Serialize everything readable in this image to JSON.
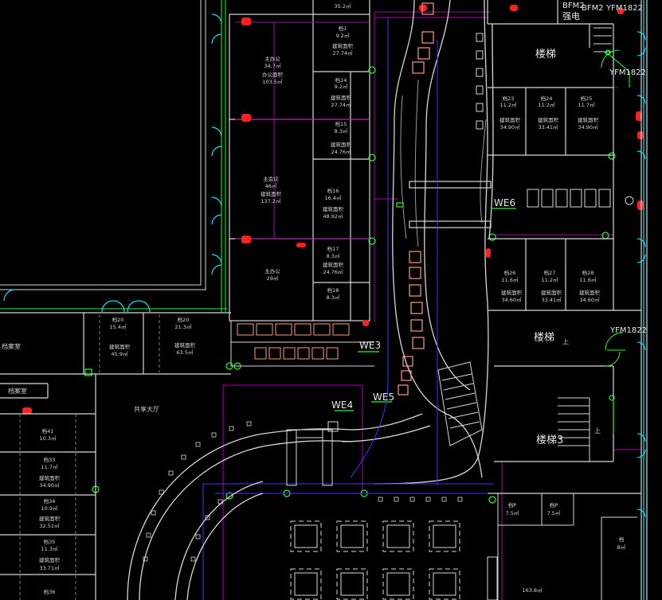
{
  "colors": {
    "background": "#000000",
    "wall": "#d8d8d8",
    "partition": "#bdbdbd",
    "purple": "#b000b0",
    "blue": "#3a3aff",
    "cyan": "#00e5ff",
    "green": "#19ff2a",
    "red": "#ff2020",
    "salmon": "#ff9a7a",
    "white_text": "#e8e8e8"
  },
  "tags": {
    "bfm2_a": "BFM2",
    "bfm2_b": "BFM2",
    "yfm1822_top": "YFM1822",
    "yfm1822_mid": "YFM1822",
    "yfm1822_low": "YFM1822",
    "we6": "WE6",
    "we3": "WE3",
    "we4": "WE4",
    "we5": "WE5"
  },
  "rooms": {
    "r_top_small": {
      "area": "35.2㎡"
    },
    "r_dang1": {
      "name": "档1",
      "area": "9.2㎡"
    },
    "r_main_office": {
      "name": "主办公",
      "area": "34.7㎡",
      "note": "办公面积",
      "note_area": "103.5㎡"
    },
    "r_jbm_1": {
      "name": "建筑面积",
      "area": "27.74㎡"
    },
    "r_dang14": {
      "name": "档14",
      "area": "9.2㎡"
    },
    "r_jbm_2": {
      "name": "建筑面积",
      "area": "27.74㎡"
    },
    "r_dang15": {
      "name": "档15",
      "area": "8.3㎡"
    },
    "r_jbm_3": {
      "name": "建筑面积",
      "area": "24.76㎡"
    },
    "r_main_meeting": {
      "name": "主会议",
      "area": "46㎡",
      "note": "建筑面积",
      "note_area": "137.2㎡"
    },
    "r_dang16": {
      "name": "档16",
      "area": "16.4㎡"
    },
    "r_jbm_4": {
      "name": "建筑面积",
      "area": "48.92㎡"
    },
    "r_dang17": {
      "name": "档17",
      "area": "8.3㎡"
    },
    "r_jbm_5": {
      "name": "建筑面积",
      "area": "24.76㎡"
    },
    "r_main_small": {
      "name": "主办公",
      "area": "29㎡"
    },
    "r_dang18": {
      "name": "档18",
      "area": "8.3㎡"
    },
    "r_dang23": {
      "name": "档23",
      "area": "11.2㎡",
      "note": "建筑面积",
      "note_area": "34.90㎡"
    },
    "r_dang24": {
      "name": "档24",
      "area": "11.2㎡",
      "note": "建筑面积",
      "note_area": "33.41㎡"
    },
    "r_dang25": {
      "name": "档25",
      "area": "11.7㎡",
      "note": "建筑面积",
      "note_area": "34.90㎡"
    },
    "r_dang26": {
      "name": "档26",
      "area": "11.6㎡",
      "note": "建筑面积",
      "note_area": "34.60㎡"
    },
    "r_dang27": {
      "name": "档27",
      "area": "11.2㎡",
      "note": "建筑面积",
      "note_area": "33.41㎡"
    },
    "r_dang28": {
      "name": "档28",
      "area": "11.6㎡",
      "note": "建筑面积",
      "note_area": "34.60㎡"
    },
    "r_dang20": {
      "name": "档20",
      "area": "15.4㎡",
      "note": "建筑面积",
      "note_area": "45.9㎡"
    },
    "r_dang21": {
      "name": "档20",
      "area": "21.3㎡",
      "note": "建筑面积",
      "note_area": "63.5㎡"
    },
    "r_dang41": {
      "name": "档41",
      "area": "10.3㎡"
    },
    "r_dang33": {
      "name": "档33",
      "area": "11.7㎡",
      "note": "建筑面积",
      "note_area": "34.90㎡"
    },
    "r_dang34": {
      "name": "档34",
      "area": "10.9㎡",
      "note": "建筑面积",
      "note_area": "32.51㎡"
    },
    "r_dang35": {
      "name": "档35",
      "area": "11.3㎡",
      "note": "建筑面积",
      "note_area": "33.71㎡"
    },
    "r_dang36": {
      "name": "档36"
    },
    "r_small_a": {
      "name": "档P",
      "area": "7.5㎡"
    },
    "r_small_b": {
      "name": "档P",
      "area": "7.5㎡"
    },
    "r_bottom_right": {
      "area": "163.8㎡"
    },
    "r_far_right": {
      "name": "档",
      "area": "8㎡"
    }
  },
  "labels": {
    "stair_top": "楼梯",
    "stair_mid": "楼梯",
    "stair_bottom": "楼梯3",
    "electric": "强电",
    "atrium": "共享大厅",
    "left_room": "档案室",
    "left_room_b": "档案室",
    "up_mark": "上",
    "up_mark2": "上"
  }
}
